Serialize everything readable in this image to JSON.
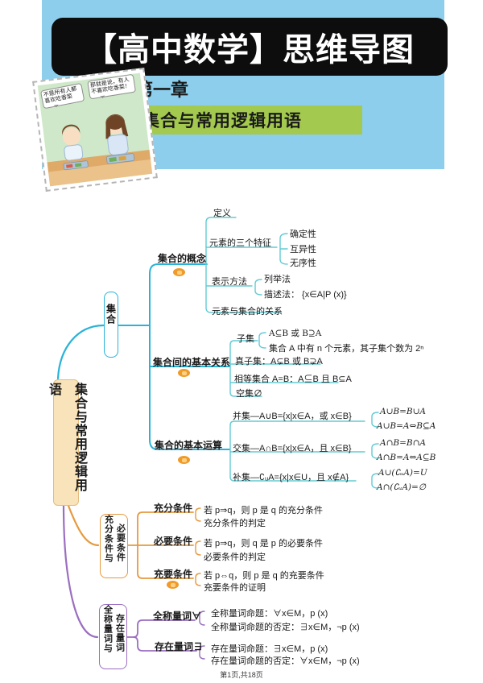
{
  "header": {
    "title": "【高中数学】思维导图",
    "chapter": "第一章",
    "chapter_title": "集合与常用逻辑用语",
    "comic_left": "不是所有人都喜欢吃香菜",
    "comic_right": "那就是说，有人不喜欢吃香菜！"
  },
  "root": {
    "label": "集合与常用逻辑用语"
  },
  "b1": {
    "label": "集合",
    "concept": {
      "label": "集合的概念",
      "def": "定义",
      "feat": "元素的三个特征",
      "feat_items": [
        "确定性",
        "互异性",
        "无序性"
      ],
      "repr": "表示方法",
      "repr_items": [
        "列举法",
        "描述法： {x∈A|P (x)}"
      ],
      "rel": "元素与集合的关系"
    },
    "relation": {
      "label": "集合间的基本关系",
      "subset": "子集",
      "subset_items": [
        "A⊆B 或 B⊇A",
        "集合 A 中有 n 个元素，其子集个数为 2ⁿ"
      ],
      "proper": "真子集：A⊊B 或 B⊋A",
      "equal": "相等集合 A=B：A⊆B 且 B⊆A",
      "empty": "空集∅"
    },
    "operation": {
      "label": "集合的基本运算",
      "union": "并集—A∪B={x|x∈A，或 x∈B}",
      "union_items": [
        "A∪B=B∪A",
        "A∪B=A⇔B⊆A"
      ],
      "inter": "交集—A∩B={x|x∈A，且 x∈B}",
      "inter_items": [
        "A∩B=B∩A",
        "A∩B=A⇔A⊆B"
      ],
      "comp": "补集—∁ᵤA={x|x∈U，且 x∉A}",
      "comp_items": [
        "A∪(∁ᵤA)=U",
        "A∩(∁ᵤA)=∅"
      ]
    }
  },
  "b2": {
    "label_left": "充分条件与",
    "label_right": "必要条件",
    "sufficient": {
      "label": "充分条件",
      "items": [
        "若 p⇒q，则 p 是 q 的充分条件",
        "充分条件的判定"
      ]
    },
    "necessary": {
      "label": "必要条件",
      "items": [
        "若 p⇒q，则 q 是 p 的必要条件",
        "必要条件的判定"
      ]
    },
    "iff": {
      "label": "充要条件",
      "items": [
        "若 p⇔q，则 p 是 q 的充要条件",
        "充要条件的证明"
      ]
    }
  },
  "b3": {
    "label_left": "全称量词与",
    "label_right": "存在量词",
    "universal": {
      "label": "全称量词∀",
      "items": [
        "全称量词命题：∀x∈M，p (x)",
        "全称量词命题的否定：∃x∈M，¬p (x)"
      ]
    },
    "existential": {
      "label": "存在量词∃",
      "items": [
        "存在量词命题：∃x∈M，p (x)",
        "存在量词命题的否定：∀x∈M，¬p (x)"
      ]
    }
  },
  "footer": {
    "page_info": "第1页,共18页"
  },
  "colors": {
    "blue_bg": "#8CCEEC",
    "green": "#A3C94E",
    "cyan": "#29B3D8",
    "teal": "#63CBD4",
    "orange": "#E69A3F",
    "purple": "#9B6FC0",
    "badge": "#F09A28",
    "root_bg": "#F8E3BA"
  }
}
